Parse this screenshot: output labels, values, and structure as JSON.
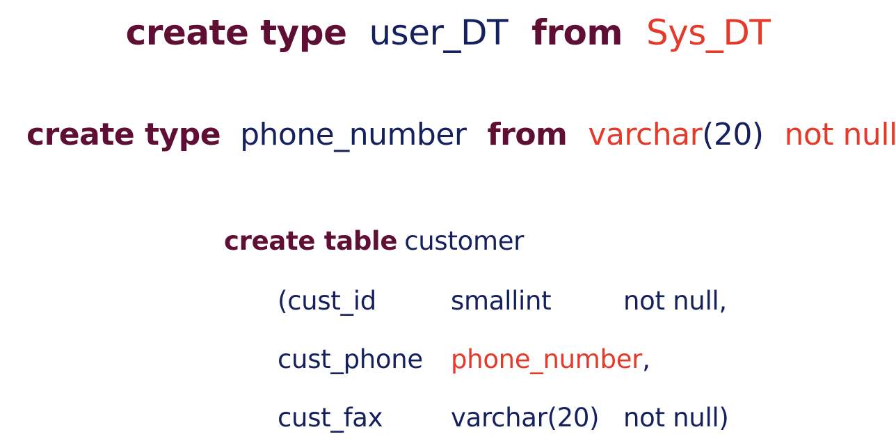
{
  "line1": {
    "kw1": "create type",
    "name": "user_DT",
    "kw2": "from",
    "base": "Sys_DT"
  },
  "line2": {
    "kw1": "create type",
    "name": "phone_number",
    "kw2": "from",
    "base_type": "varchar",
    "base_args": "(20)",
    "constraint": "not null"
  },
  "table": {
    "kw": "create table",
    "name": "customer",
    "rows": [
      {
        "col": "(cust_id",
        "type": "smallint",
        "constraint": "not null,"
      },
      {
        "col": "cust_phone",
        "type": "phone_number",
        "suffix": ","
      },
      {
        "col": "cust_fax",
        "type": "varchar(20)",
        "constraint": "not null)"
      }
    ]
  },
  "colors": {
    "keyword": "#5e0f33",
    "identifier": "#15215e",
    "type": "#e5392a"
  }
}
